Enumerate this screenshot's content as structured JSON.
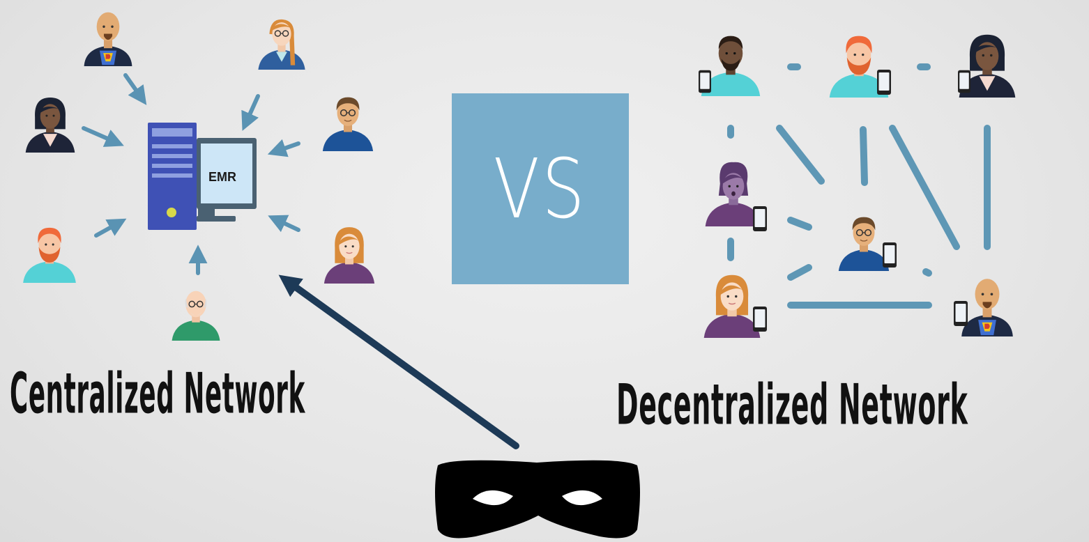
{
  "vs_label": "VS",
  "emr_label": "EMR",
  "centralized": {
    "title": "Centralized Network",
    "users": [
      {
        "name": "bald-superhero-user"
      },
      {
        "name": "blonde-glasses-user"
      },
      {
        "name": "dark-hair-woman-user"
      },
      {
        "name": "glasses-man-user"
      },
      {
        "name": "redhead-bearded-user"
      },
      {
        "name": "blonde-woman-user"
      },
      {
        "name": "bald-elder-user"
      }
    ]
  },
  "decentralized": {
    "title": "Decentralized Network"
  },
  "attacker": {
    "icon": "bandit-mask-icon"
  },
  "colors": {
    "arrow": "#5a93b3",
    "attack_arrow": "#1d3a57",
    "link": "#5e97b5",
    "vs_box": "#78adcb",
    "server": "#3f51b5",
    "monitor_frame": "#4a6172",
    "monitor_screen": "#cde6f7"
  }
}
